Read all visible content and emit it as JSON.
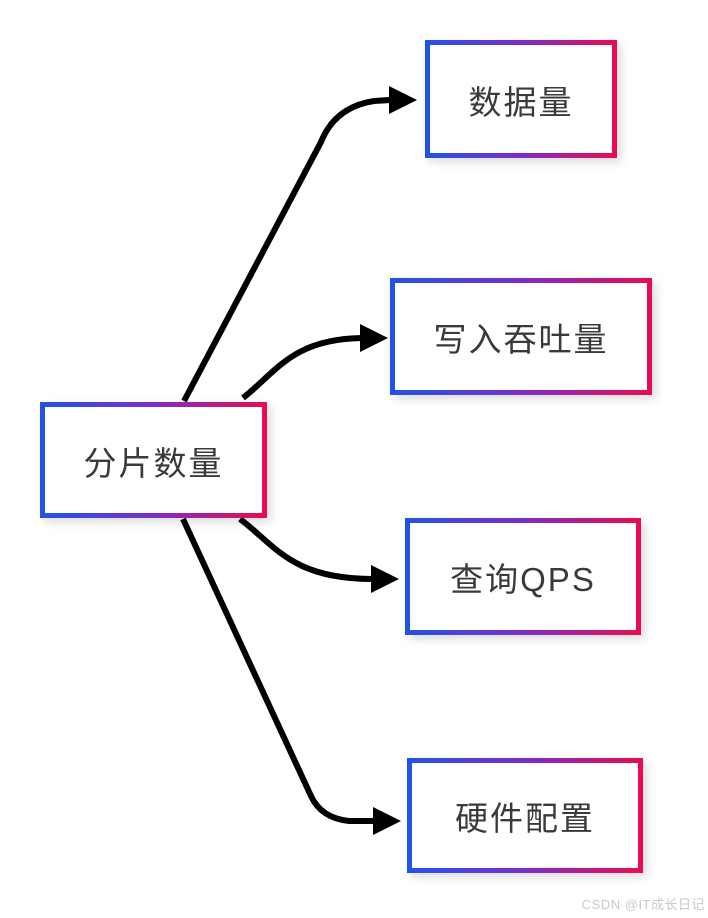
{
  "diagram": {
    "title": "shard-count-factors",
    "root": {
      "label": "分片数量"
    },
    "factors": [
      {
        "label": "数据量"
      },
      {
        "label": "写入吞吐量"
      },
      {
        "label": "查询QPS"
      },
      {
        "label": "硬件配置"
      }
    ],
    "edges": [
      {
        "from": "分片数量",
        "to": "数据量"
      },
      {
        "from": "分片数量",
        "to": "写入吞吐量"
      },
      {
        "from": "分片数量",
        "to": "查询QPS"
      },
      {
        "from": "分片数量",
        "to": "硬件配置"
      }
    ]
  },
  "colors": {
    "node_border_start": "#1f53e8",
    "node_border_mid": "#7b2fc8",
    "node_border_end": "#ec0a50",
    "node_text": "#3a3a3a",
    "arrow": "#000000",
    "watermark": "#c9c9c9",
    "background": "#ffffff"
  },
  "watermark": {
    "text": "CSDN @IT成长日记"
  }
}
